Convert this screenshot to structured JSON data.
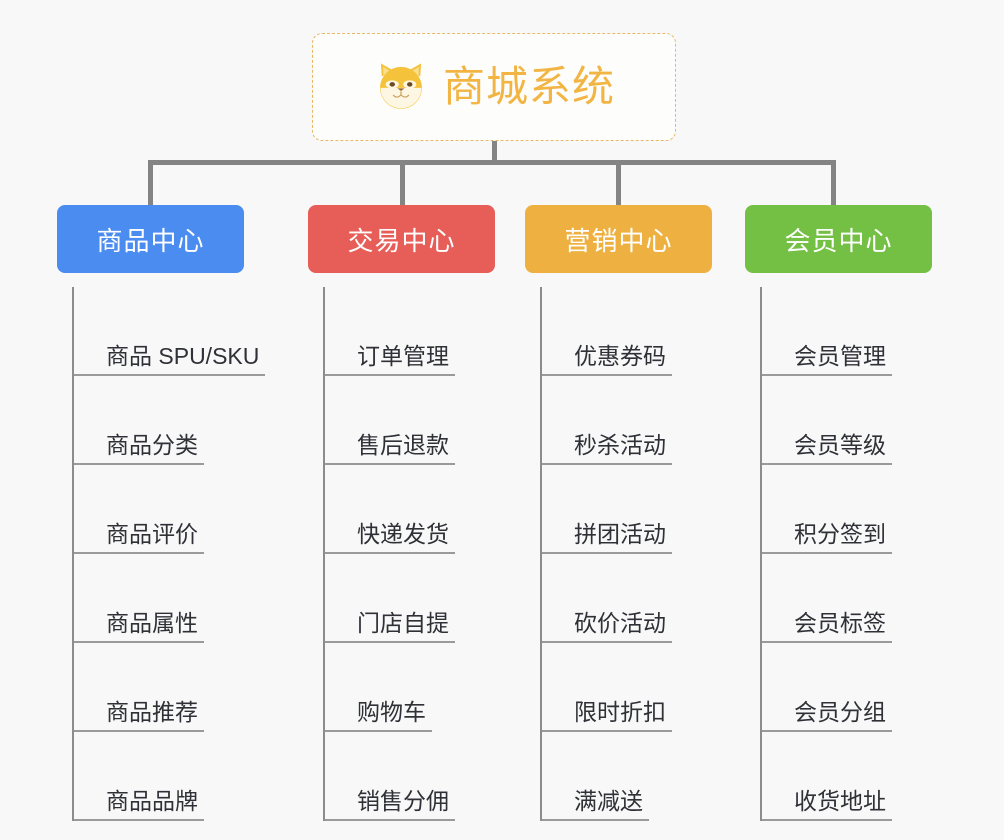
{
  "root": {
    "title": "商城系统",
    "icon": "shiba-dog-face-icon",
    "accent_color": "#f2b544",
    "border_color": "#e8b866"
  },
  "columns": [
    {
      "id": "product-center",
      "label": "商品中心",
      "color": "#4a8cf0",
      "items": [
        {
          "label": "商品 SPU/SKU"
        },
        {
          "label": "商品分类"
        },
        {
          "label": "商品评价"
        },
        {
          "label": "商品属性"
        },
        {
          "label": "商品推荐"
        },
        {
          "label": "商品品牌"
        }
      ]
    },
    {
      "id": "trade-center",
      "label": "交易中心",
      "color": "#e75d58",
      "items": [
        {
          "label": "订单管理"
        },
        {
          "label": "售后退款"
        },
        {
          "label": "快递发货"
        },
        {
          "label": "门店自提"
        },
        {
          "label": "购物车"
        },
        {
          "label": "销售分佣"
        }
      ]
    },
    {
      "id": "marketing-center",
      "label": "营销中心",
      "color": "#eeb141",
      "items": [
        {
          "label": "优惠券码"
        },
        {
          "label": "秒杀活动"
        },
        {
          "label": "拼团活动"
        },
        {
          "label": "砍价活动"
        },
        {
          "label": "限时折扣"
        },
        {
          "label": "满减送"
        }
      ]
    },
    {
      "id": "member-center",
      "label": "会员中心",
      "color": "#74c044",
      "items": [
        {
          "label": "会员管理"
        },
        {
          "label": "会员等级"
        },
        {
          "label": "积分签到"
        },
        {
          "label": "会员标签"
        },
        {
          "label": "会员分组"
        },
        {
          "label": "收货地址"
        }
      ]
    }
  ],
  "theme": {
    "background": "#f8f8f8",
    "connector_color": "#848484",
    "leaf_text_color": "#2f3137",
    "leaf_rule_color": "#9a9a9a"
  }
}
